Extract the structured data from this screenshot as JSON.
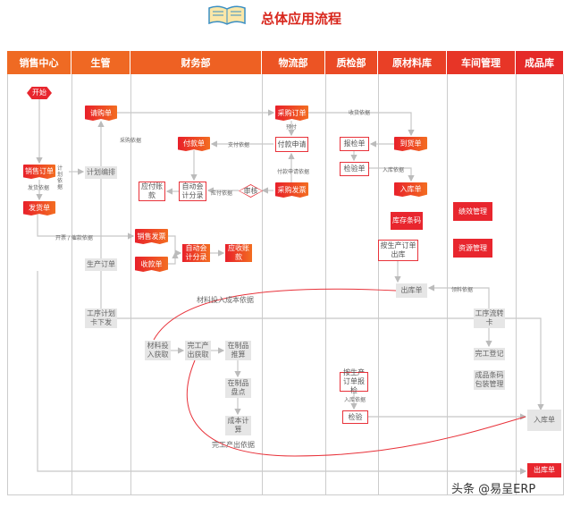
{
  "title": "总体应用流程",
  "lanes": [
    "销售中心",
    "生管",
    "财务部",
    "物流部",
    "质检部",
    "原材料库",
    "车间管理",
    "成品库"
  ],
  "nodes": {
    "start": "开始",
    "purchase_request": "请购单",
    "payment_voucher": "付款单",
    "payment_application": "付款申请",
    "purchase_order": "采购订单",
    "arrival_note": "到货单",
    "inspection_request": "报检单",
    "inspection_sheet": "检验单",
    "receipt_raw": "入库单",
    "purchase_invoice": "采购发票",
    "audit": "审核",
    "auto_entry_ap": "自动会计分录",
    "accounts_payable": "应付账款",
    "sales_order": "销售订单",
    "plan_scheduling": "计划编排",
    "delivery_note": "发货单",
    "sales_invoice": "销售发票",
    "receipt_voucher": "收款单",
    "auto_entry_ar": "自动会计分录",
    "accounts_receivable": "应收账款",
    "inventory_barcode": "库存条码",
    "performance_mgmt": "绩效管理",
    "resource_mgmt": "资源管理",
    "issue_by_order": "按生产订单出库",
    "issue_note": "出库单",
    "production_order": "生产订单",
    "process_plan_card": "工序计划卡下发",
    "process_flow_card": "工序流转卡",
    "material_input": "材料投入获取",
    "completion_output": "完工产出获取",
    "wip_estimate": "在制品推算",
    "wip_count": "在制品盘点",
    "cost_calc": "成本计算",
    "completion_reg": "完工登记",
    "fg_barcode": "成品条码包装管理",
    "inspect_by_order": "按生产订单报检",
    "inspection": "检验",
    "receipt_fg": "入库单",
    "issue_fg": "出库单"
  },
  "labels": {
    "purchase_basis": "采购依据",
    "payment_basis": "支付依据",
    "prepay": "预付",
    "receiving_basis": "收货依据",
    "stockin_basis": "入库依据",
    "pay_app_basis": "付款申请依据",
    "payable_basis": "应付依据",
    "plan_basis": "计划依据",
    "ship_basis": "发货依据",
    "invoice_basis": "开票 / 催款依据",
    "picking_basis": "领料依据",
    "material_cost_basis": "材料投入成本依据",
    "stockin_basis2": "入库依据",
    "completion_basis": "完工产出依据"
  },
  "watermark": "头条 @易呈ERP"
}
